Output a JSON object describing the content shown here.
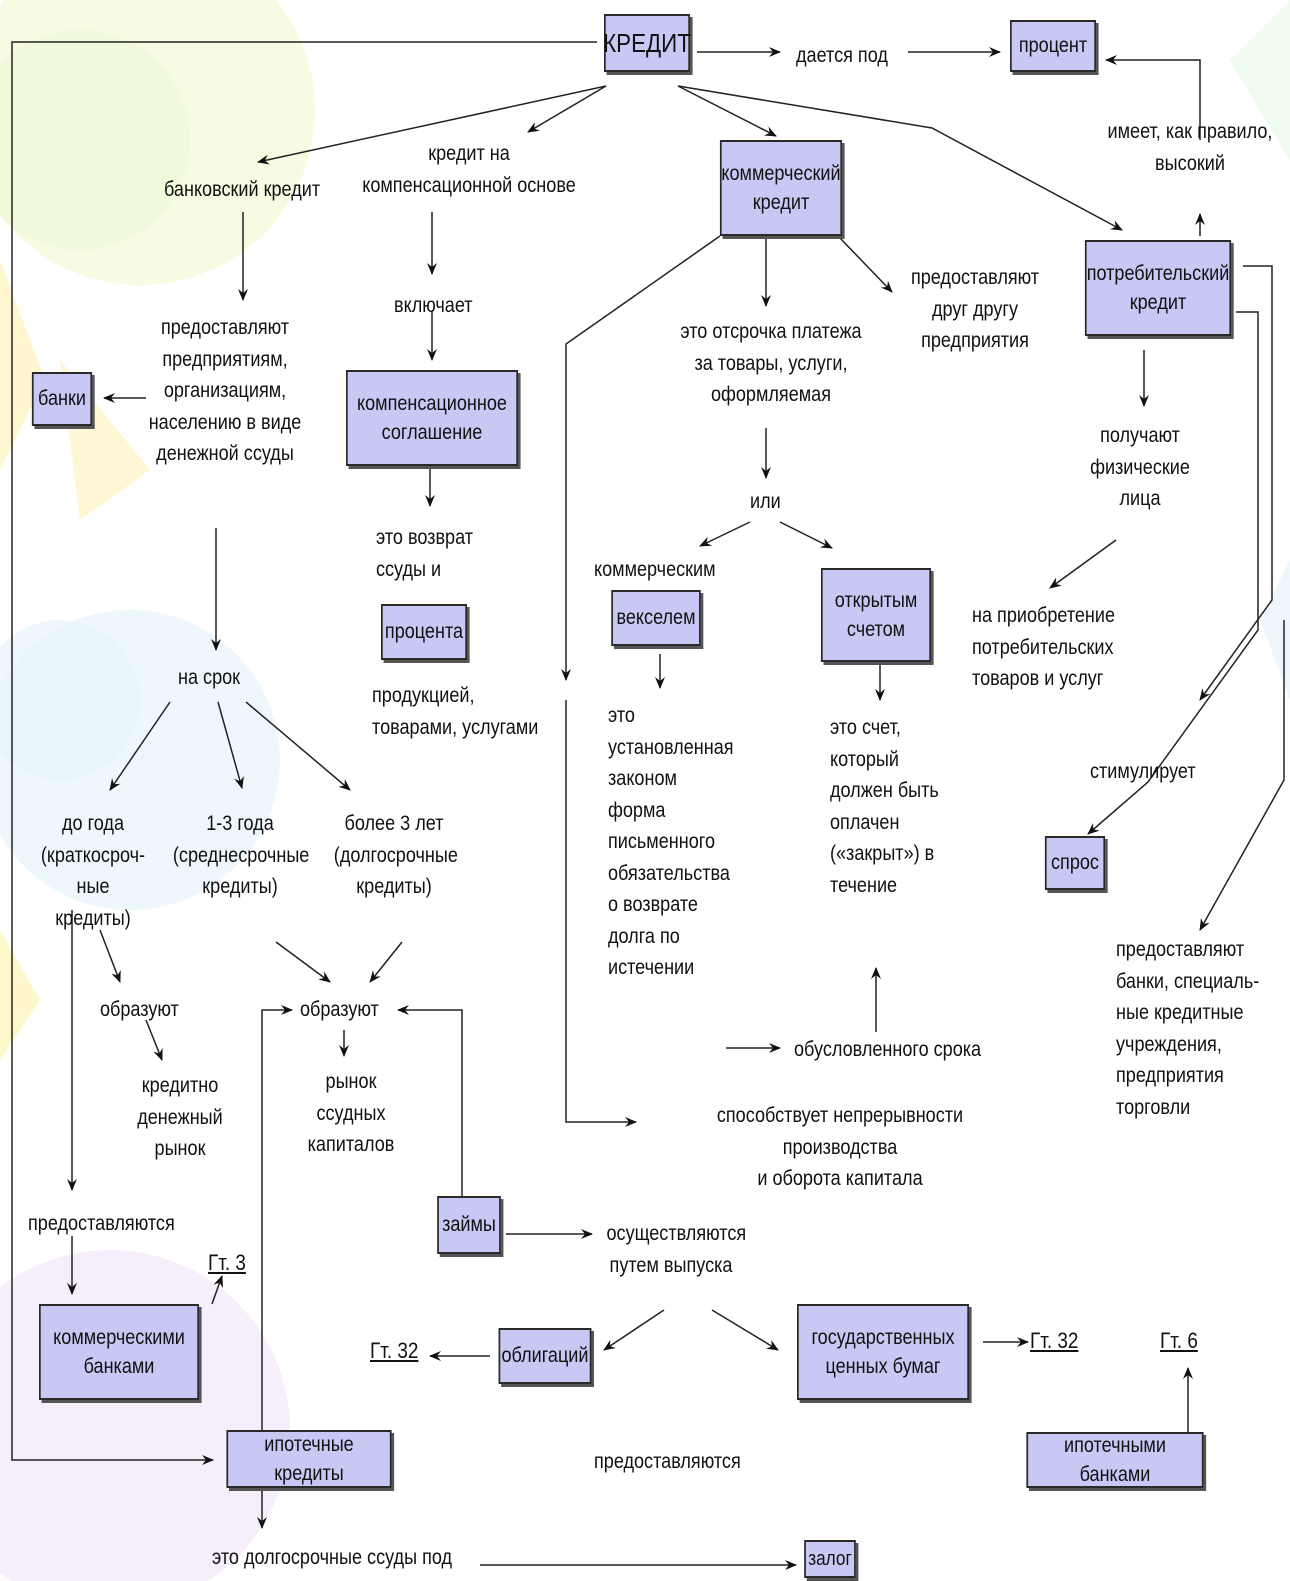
{
  "boxes": {
    "kredit": "КРЕДИТ",
    "procent": "процент",
    "kommercheskiy": "коммерческий\nкредит",
    "potrebitelskiy": "потребительский\nкредит",
    "banki": "банки",
    "kompensacionnoe": "компенсационное\nсоглашение",
    "procenta": "процента",
    "vekselem": "векселем",
    "otkrytym": "открытым\nсчетом",
    "spros": "спрос",
    "zaymy": "займы",
    "kommercheskimi_bankami": "коммерческими\nбанками",
    "obligaciy": "облигаций",
    "gosudarstvennyh": "государственных\nценных бумаг",
    "ipotechnye": "ипотечные кредиты",
    "ipotechnymi_bankami": "ипотечными банками",
    "zalog": "залог"
  },
  "labels": {
    "daetsya": "дается под",
    "imeet": "имеет, как правило,\nвысокий",
    "bankovskiy": "банковский кредит",
    "kompensac_osnova": "кредит на\nкомпенсационной основе",
    "predostavlyayut_predpr": "предоставляют\nпредприятиям,\nорганизациям,\nнаселению в виде\nденежной ссуды",
    "vklyuchaet": "включает",
    "vozvrat": "это возврат\nссуды и",
    "produkciey": "продукцией,\nтоварами, услугами",
    "otsrochka": "это отсрочка платежа\nза товары, услуги,\nоформляемая",
    "ili": "или",
    "kommercheskim": "коммерческим",
    "drug_drugu": "предоставляют\nдруг другу\nпредприятия",
    "poluchayut": "получают\nфизические\nлица",
    "priobretenie": "на приобретение\nпотребительских\nтоваров и услуг",
    "stimuliruet": "стимулирует",
    "predostavlyayut_banki": "предоставляют\nбанки, специаль-\nные кредитные\nучреждения,\nпредприятия\nторговли",
    "na_srok": "на срок",
    "do_goda": "до года\n(краткосроч-\nные кредиты)",
    "odin_tri": "1-3 года\n(среднесрочные\nкредиты)",
    "bolee_tri": "более 3 лет\n(долгосрочные\nкредиты)",
    "obrazuyut_1": "образуют",
    "kreditno_denezhny": "кредитно\nденежный\nрынок",
    "obrazuyut_2": "образуют",
    "rynok_ssudnyh": "рынок\nссудных\nкапиталов",
    "veksel_def": "это\nустановленная\nзаконом\nформа\nписьменного\nобязательства\nо возврате\nдолга по\nистечении",
    "schet_def": "это счет,\nкоторый\nдолжен быть\nоплачен\n(«закрыт») в\nтечение",
    "obuslovlennogo": "обусловленного срока",
    "sposobstvuet": "способствует непрерывности производства\nи оборота капитала",
    "predostavlyayutsya_1": "предоставляются",
    "osushchestvlyayutsya": "осуществляются\nпутем выпуска",
    "predostavlyayutsya_2": "предоставляются",
    "dolgosrochnye": "это долгосрочные ссуды под"
  },
  "refs": {
    "gt3": "Гт. 3",
    "gt32_left": "Гт. 32",
    "gt32_right": "Гт. 32",
    "gt6": "Гт. 6"
  }
}
